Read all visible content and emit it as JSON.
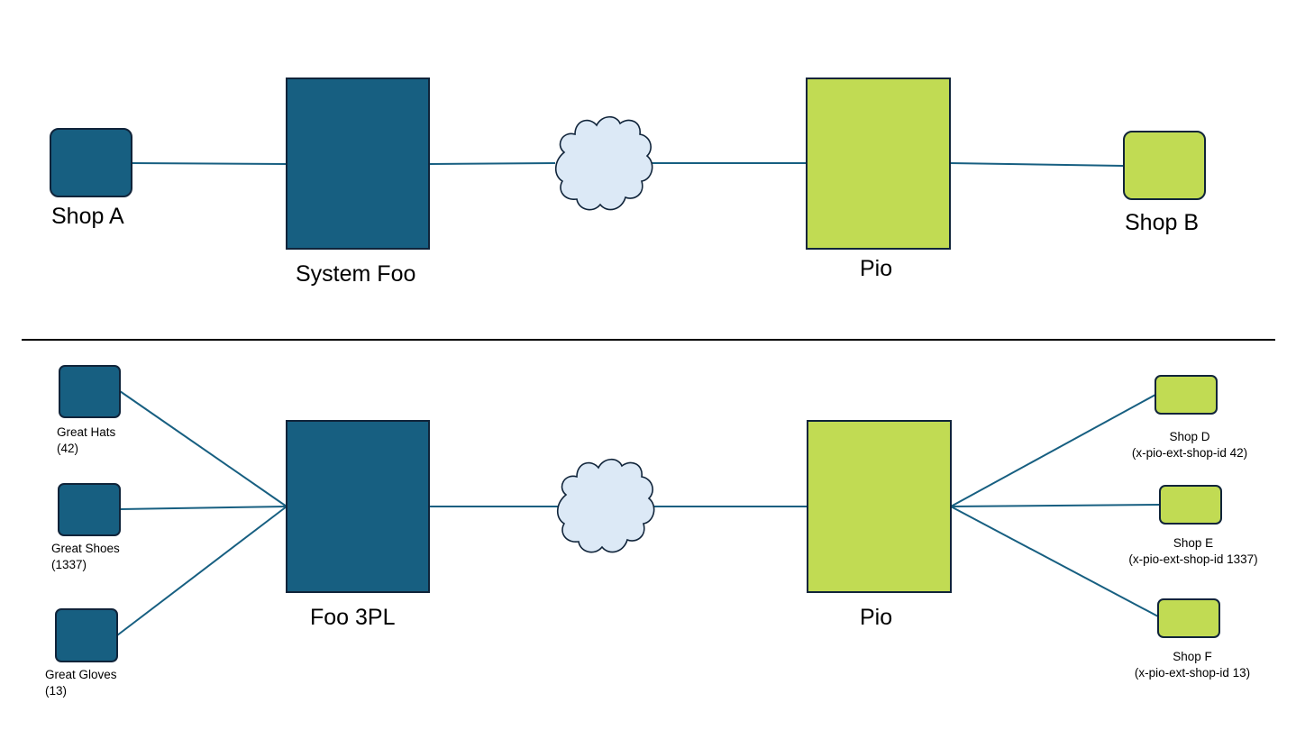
{
  "top": {
    "shop_a": "Shop A",
    "system": "System Foo",
    "pio": "Pio",
    "shop_b": "Shop B"
  },
  "bottom": {
    "left_shops": [
      {
        "name": "Great Hats",
        "id": "(42)"
      },
      {
        "name": "Great Shoes",
        "id": "(1337)"
      },
      {
        "name": "Great Gloves",
        "id": "(13)"
      }
    ],
    "system": "Foo 3PL",
    "pio": "Pio",
    "right_shops": [
      {
        "name": "Shop D",
        "id": "(x-pio-ext-shop-id 42)"
      },
      {
        "name": "Shop E",
        "id": "(x-pio-ext-shop-id 1337)"
      },
      {
        "name": "Shop F",
        "id": "(x-pio-ext-shop-id 13)"
      }
    ]
  },
  "colors": {
    "dark_blue": "#175f81",
    "lime": "#c1db53",
    "cloud": "#dce9f6",
    "outline": "#10243a"
  },
  "icons": [
    "network-cloud-icon"
  ]
}
